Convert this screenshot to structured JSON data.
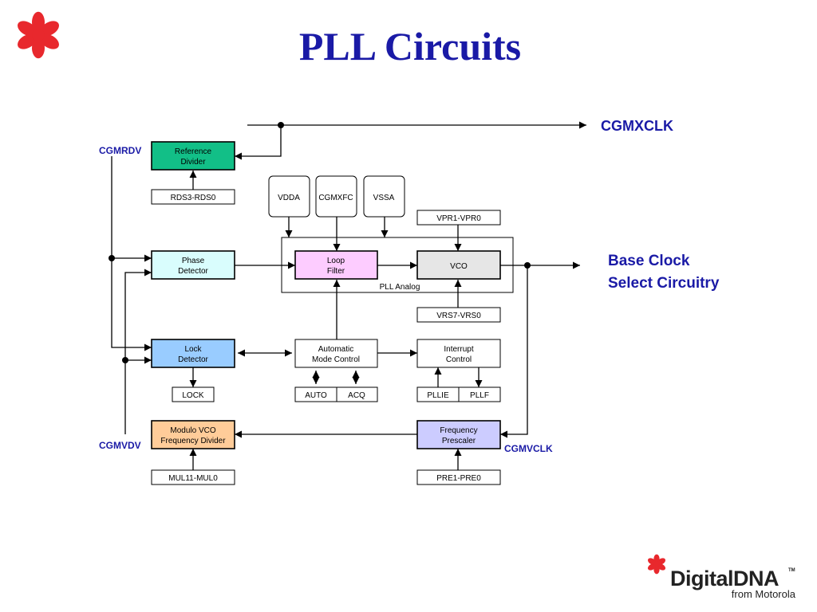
{
  "title": "PLL Circuits",
  "colors": {
    "title": "#1a1aa6",
    "signal_label": "#1a1aa6",
    "logo_red": "#e8282d",
    "reference_divider": "#12bf87",
    "phase_detector": "#d9fdfd",
    "loop_filter": "#fdccff",
    "vco": "#e6e6e6",
    "lock_detector": "#99ccff",
    "modulo_divider": "#ffcc99",
    "prescaler": "#ccccff"
  },
  "signals": {
    "cgmxclk": "CGMXCLK",
    "cgmrdv": "CGMRDV",
    "cgmvdv": "CGMVDV",
    "cgmvclk": "CGMVCLK",
    "base_clock": [
      "Base Clock",
      "Select Circuitry"
    ]
  },
  "blocks": {
    "reference_divider": [
      "Reference",
      "Divider"
    ],
    "phase_detector": [
      "Phase",
      "Detector"
    ],
    "lock_detector": [
      "Lock",
      "Detector"
    ],
    "modulo_divider": [
      "Modulo VCO",
      "Frequency Divider"
    ],
    "loop_filter": [
      "Loop",
      "Filter"
    ],
    "vco": "VCO",
    "mode_control": [
      "Automatic",
      "Mode Control"
    ],
    "interrupt_control": [
      "Interrupt",
      "Control"
    ],
    "prescaler": [
      "Frequency",
      "Prescaler"
    ],
    "pll_analog": "PLL Analog"
  },
  "pins": {
    "vdda": "VDDA",
    "cgmxfc": "CGMXFC",
    "vssa": "VSSA"
  },
  "registers": {
    "rds": "RDS3-RDS0",
    "vpr": "VPR1-VPR0",
    "vrs": "VRS7-VRS0",
    "lock": "LOCK",
    "auto": "AUTO",
    "acq": "ACQ",
    "pllie": "PLLIE",
    "pllf": "PLLF",
    "mul": "MUL11-MUL0",
    "pre": "PRE1-PRE0"
  },
  "logo": {
    "brand_word1": "Digital",
    "brand_word2": "DNA",
    "trademark": "TM",
    "tagline": "from Motorola"
  }
}
